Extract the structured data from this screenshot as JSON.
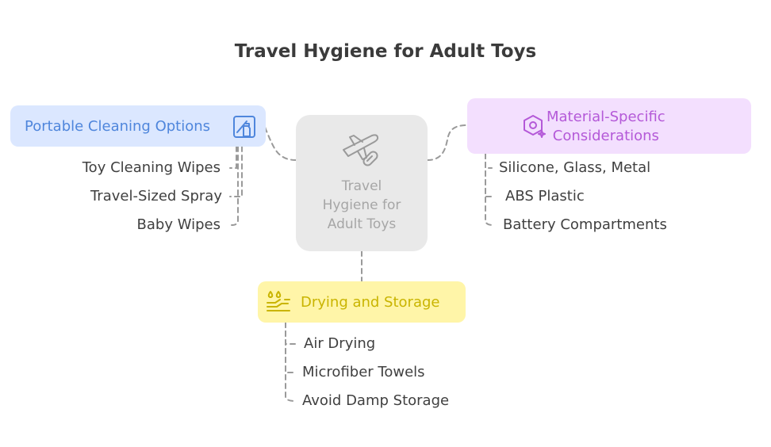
{
  "title": "Travel Hygiene for Adult Toys",
  "center": {
    "label": "Travel\nHygiene for\nAdult Toys",
    "icon": "plane-pill-icon"
  },
  "branches": {
    "portable": {
      "label": "Portable Cleaning Options",
      "icon": "spray-bottle-icon",
      "color": "#4f86dc",
      "fill": "#dbe7ff",
      "items": [
        "Toy Cleaning Wipes",
        "Travel-Sized Spray",
        "Baby Wipes"
      ]
    },
    "material": {
      "label": "Material-Specific\nConsiderations",
      "icon": "hexagon-sparkle-icon",
      "color": "#b459d8",
      "fill": "#f3dffe",
      "items": [
        "Silicone, Glass, Metal",
        "ABS Plastic",
        "Battery Compartments"
      ]
    },
    "drying": {
      "label": "Drying and Storage",
      "icon": "drying-drops-icon",
      "color": "#c9b400",
      "fill": "#fff5a8",
      "items": [
        "Air Drying",
        "Microfiber Towels",
        "Avoid Damp Storage"
      ]
    }
  }
}
